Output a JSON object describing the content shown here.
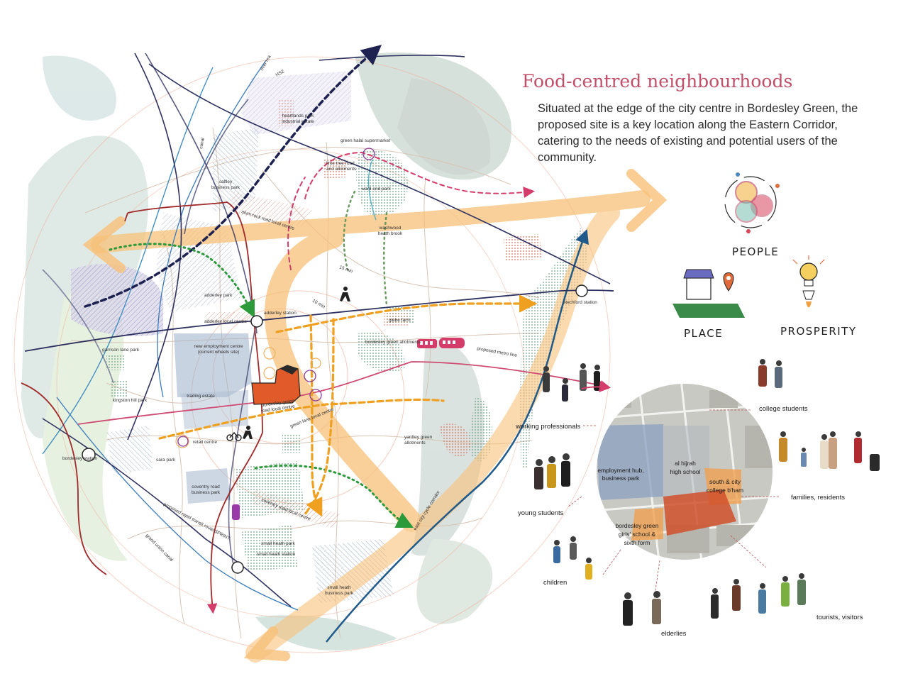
{
  "title": "Food-centred neighbourhoods",
  "intro": "Situated at the edge of the city centre in Bordesley Green, the proposed site is a key location along the Eastern Corridor, catering to the needs of existing and potential users of the community.",
  "pillars": {
    "people": "PEOPLE",
    "place": "PLACE",
    "prosperity": "PROSPERITY"
  },
  "map_labels": {
    "hs2": "HS2",
    "river_rea": "river rea",
    "canal": "canal",
    "heartlands_park": "heartlands park",
    "industrial_estate": "industrial estate",
    "green_halal": "green halal supermarket",
    "lime_tree": "lime tree road",
    "allotments_lime": "and allotments",
    "saltley": "saltley",
    "business_park": "business park",
    "ward_end_park": "ward end park",
    "washwood": "washwood",
    "heath_brook": "heath brook",
    "alum_rock": "alum rock road local centre",
    "adderley_park": "adderley park",
    "min15": "15 min",
    "min10": "10 min",
    "adderley_station": "adderley station",
    "adderley_local": "adderley local centre",
    "stechford_station": "stechford station",
    "glebe_farm": "glebe farm",
    "bordesley_green_allot": "bordesley green allotments",
    "proposed_metro": "proposed metro line",
    "new_employment": "new employment centre",
    "current_wheels": "(current wheels site)",
    "garrison_lane": "garrison lane park",
    "trading_estate": "trading estate",
    "bg_road_local_1": "bordesley green",
    "bg_road_local_2": "road local centre",
    "kingston_hill": "kingston hill park",
    "green_lane_local": "green lane local centre",
    "retail_centre": "retail centre",
    "yardley_green": "yardley green",
    "allotments": "allotments",
    "bordesley_station": "bordesley station",
    "sara_park": "sara park",
    "coventry_road": "coventry road",
    "coventry_local": "coventry road local centre",
    "sprint": "proposed rapid transit route SPRINT",
    "grand_union": "grand union canal",
    "small_heath_park": "small heath park",
    "small_heath_station": "small heath station",
    "small_heath": "small heath",
    "east_cycle": "east city cycle corridor"
  },
  "zoom_labels": {
    "employment_hub": "employment hub,",
    "business_park": "business park",
    "al_hijrah_1": "al hijrah",
    "al_hijrah_2": "high school",
    "south_city_1": "south & city",
    "south_city_2": "college b'ham",
    "bg_girls_1": "bordesley green",
    "bg_girls_2": "girls' school &",
    "bg_girls_3": "sixth form"
  },
  "user_groups": {
    "college_students": "college students",
    "working_professionals": "working professionals",
    "families": "families, residents",
    "young_students": "young students",
    "children": "children",
    "elderlies": "elderlies",
    "tourists": "tourists, visitors"
  },
  "colors": {
    "title": "#c0506a",
    "orange_route": "#f7c179",
    "dashed_orange": "#f0a020",
    "dashed_pink": "#d43c6a",
    "dashed_green": "#2a9a3a",
    "metro": "#d04b74",
    "navy_road": "#2e3160",
    "red_road": "#a12a2a",
    "site": "#e05a2a"
  }
}
